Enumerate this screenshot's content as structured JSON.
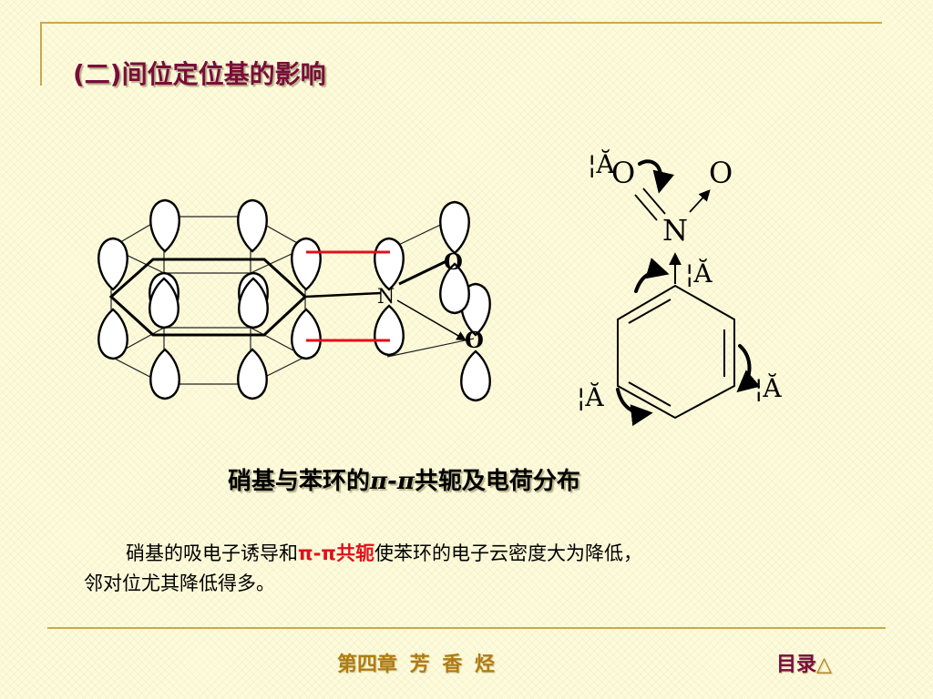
{
  "slide": {
    "title": "(二)间位定位基的影响",
    "caption_pre": "硝基与苯环的",
    "caption_pi": "π-π",
    "caption_post": "共轭及电荷分布",
    "body_line_1_pre": "硝基的吸电子诱导和",
    "body_line_1_red": "π-π共轭",
    "body_line_1_post": "使苯环的电子云密度大为降低，",
    "body_line_2": "邻对位尤其降低得多。"
  },
  "diagram_left": {
    "atom_n": "N",
    "atom_o_upper": "O",
    "atom_o_lower": "O"
  },
  "diagram_right": {
    "atom_o_left": "O",
    "atom_o_right": "O",
    "atom_n": "N",
    "charge_mark_o": "¦Ă",
    "charge_mark_ipso": "¦Ă",
    "charge_mark_ortho": "¦Ă",
    "charge_mark_para": "¦Ă"
  },
  "footer": {
    "chapter": "第四章 芳 香 烃",
    "toc_link": "目录",
    "toc_icon": "△"
  },
  "colors": {
    "title": "#7a0c3a",
    "accent_red": "#e0101a",
    "footer_gold": "#b07c10",
    "rule_gold": "#c8a84e"
  }
}
